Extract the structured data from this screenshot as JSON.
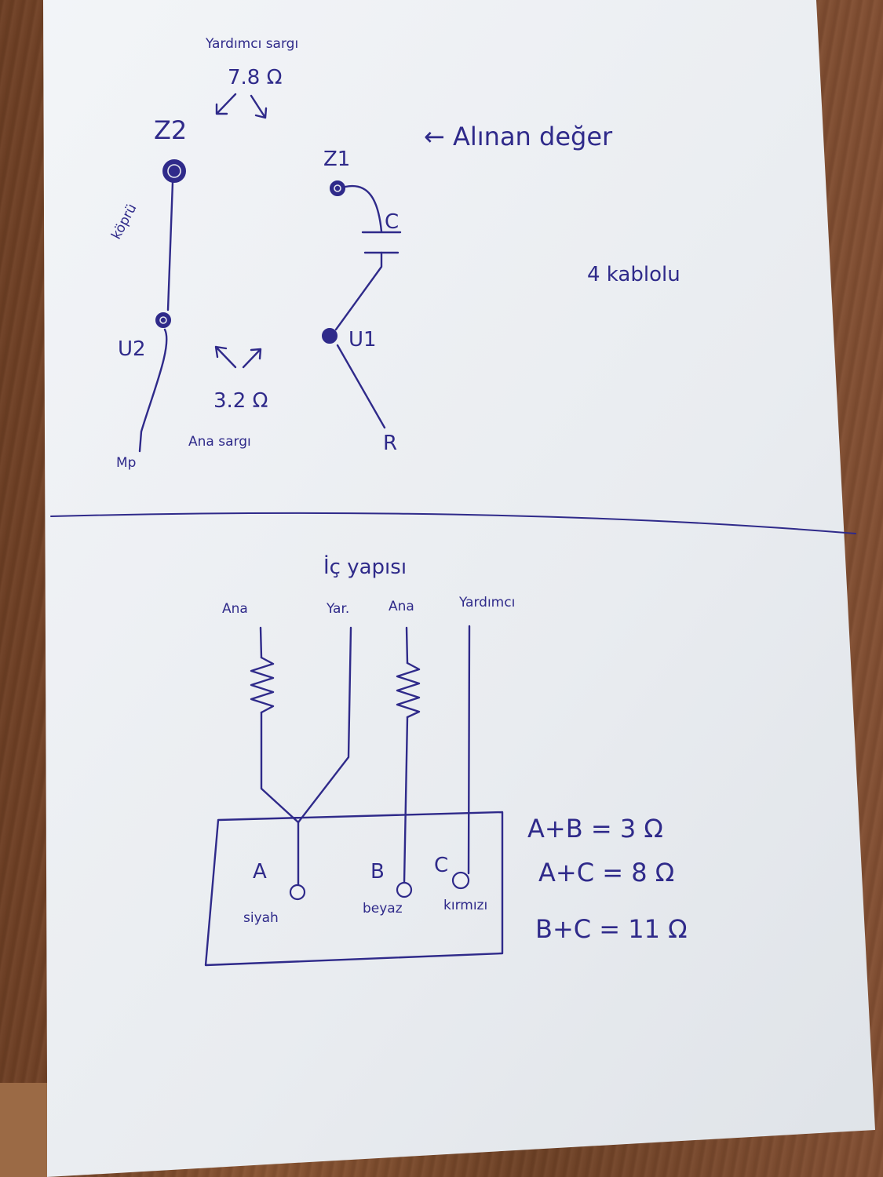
{
  "notes": {
    "top": {
      "aux_winding_label": "Yardımcı sargı",
      "aux_resistance": "7.8 Ω",
      "z2": "Z2",
      "z1": "Z1",
      "measured_value": "← Alınan değer",
      "bridge": "köprü",
      "capacitor": "C",
      "u2": "U2",
      "u1": "U1",
      "main_resistance": "3.2 Ω",
      "main_winding_label": "Ana sargı",
      "mp": "Mp",
      "r": "R",
      "four_wire": "4 kablolu"
    },
    "bottom": {
      "title": "İç yapısı",
      "ana_1": "Ana",
      "yar": "Yar.",
      "ana_2": "Ana",
      "yardimci": "Yardımcı",
      "terminal_a": "A",
      "terminal_b": "B",
      "terminal_c": "C",
      "color_a": "siyah",
      "color_b": "beyaz",
      "color_c": "kırmızı",
      "eq_ab": "A+B = 3 Ω",
      "eq_ac": "A+C = 8 Ω",
      "eq_bc": "B+C = 11 Ω"
    }
  },
  "colors": {
    "ink": "#2f2a8a",
    "paper": "#eef0f3"
  }
}
